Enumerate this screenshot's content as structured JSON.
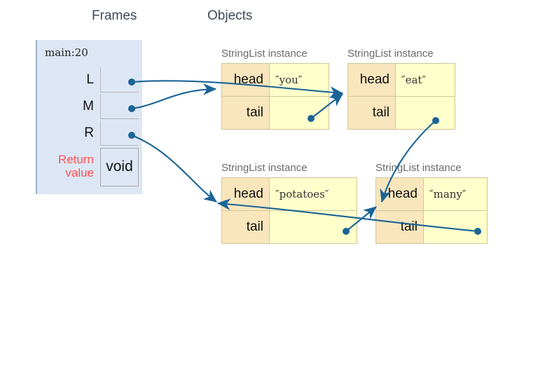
{
  "headings": {
    "frames": "Frames",
    "objects": "Objects"
  },
  "colors": {
    "frame_background": "#dde6f4",
    "frame_border": "#9fb0c6",
    "object_field_background": "#f9e6bd",
    "object_value_background": "#ffffcc",
    "object_border": "#cfc69a",
    "pointer_arrow": "#1a6496",
    "return_value_text": "#fc5151",
    "heading_text": "#3b4a5a",
    "instance_label_text": "#6b6b6b"
  },
  "frame": {
    "title": "main:20",
    "variables": [
      {
        "name": "L",
        "value": ""
      },
      {
        "name": "M",
        "value": ""
      },
      {
        "name": "R",
        "value": ""
      }
    ],
    "return_value": {
      "label_line1": "Return",
      "label_line2": "value",
      "value": "void"
    }
  },
  "objects": [
    {
      "id": "obj-1",
      "label": "StringList instance",
      "fields": [
        {
          "name": "head",
          "value": "″you″"
        },
        {
          "name": "tail",
          "value": ""
        }
      ]
    },
    {
      "id": "obj-2",
      "label": "StringList instance",
      "fields": [
        {
          "name": "head",
          "value": "″eat″"
        },
        {
          "name": "tail",
          "value": ""
        }
      ]
    },
    {
      "id": "obj-3",
      "label": "StringList instance",
      "fields": [
        {
          "name": "head",
          "value": "″potatoes″"
        },
        {
          "name": "tail",
          "value": ""
        }
      ]
    },
    {
      "id": "obj-4",
      "label": "StringList instance",
      "fields": [
        {
          "name": "head",
          "value": "″many″"
        },
        {
          "name": "tail",
          "value": ""
        }
      ]
    }
  ],
  "pointers": [
    {
      "from": "frame.L",
      "to": "obj-2.head",
      "description": "L points to StringList ″eat″"
    },
    {
      "from": "frame.M",
      "to": "obj-1.head",
      "description": "M points to StringList ″you″"
    },
    {
      "from": "frame.R",
      "to": "obj-3.head",
      "description": "R points to StringList ″potatoes″"
    },
    {
      "from": "obj-1.tail",
      "to": "obj-2.head",
      "description": "″you″ tail points to ″eat″"
    },
    {
      "from": "obj-2.tail",
      "to": "obj-4.head",
      "description": "″eat″ tail points to ″many″"
    },
    {
      "from": "obj-3.tail",
      "to": "obj-4.head",
      "description": "″potatoes″ tail points to ″many″"
    },
    {
      "from": "obj-4.tail",
      "to": "obj-3.head",
      "description": "″many″ tail points to ″potatoes″"
    }
  ]
}
